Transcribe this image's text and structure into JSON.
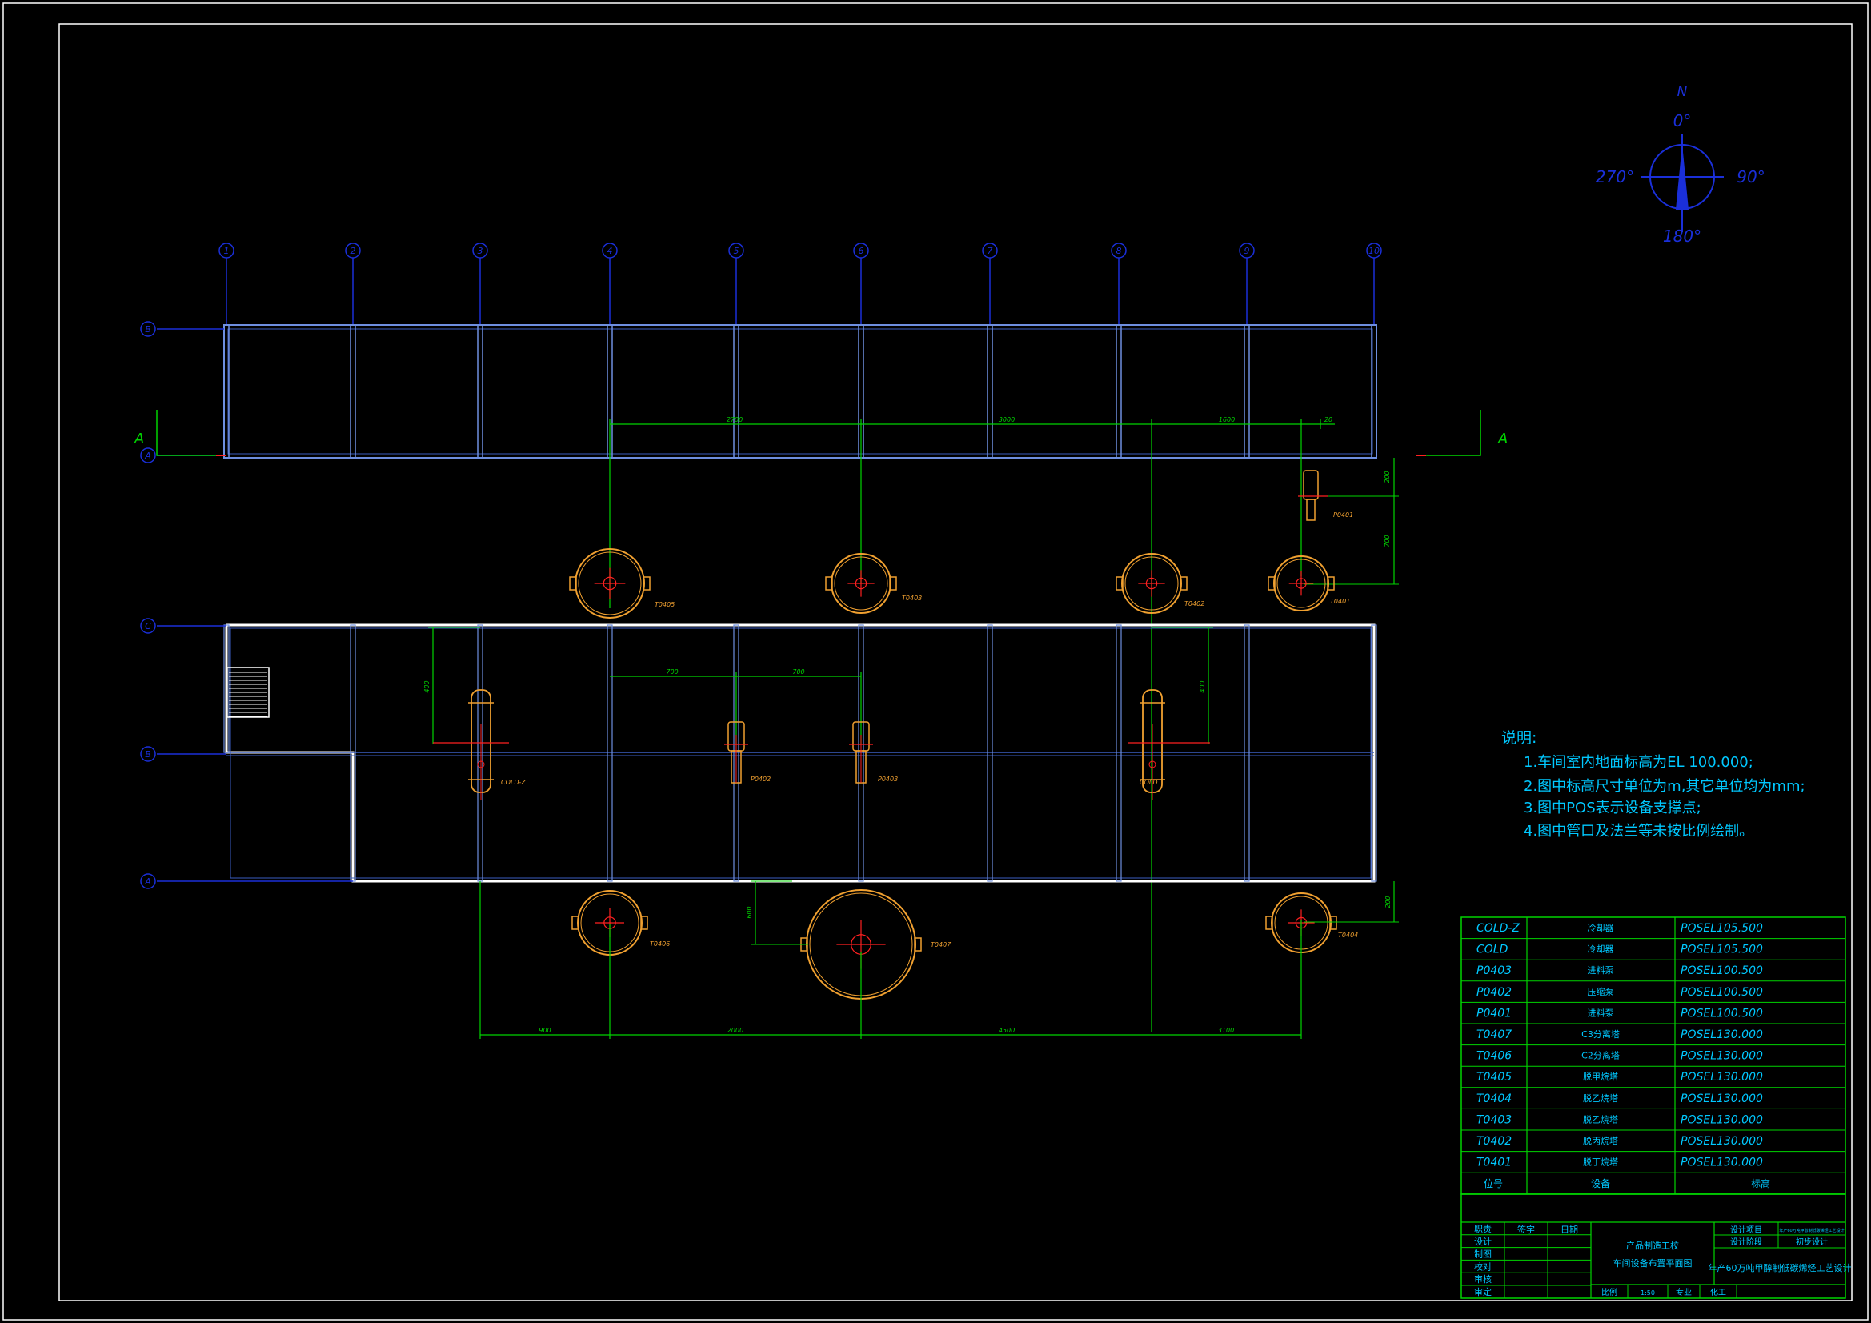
{
  "colors": {
    "background": "#000000",
    "border": "#ffffff",
    "grid": "#3a5dbf",
    "axis_bubble": "#1a2fd9",
    "dimension": "#00d400",
    "equipment": "#f0a030",
    "equipment_center": "#ff2020",
    "notes": "#00c8ff",
    "table_text": "#00c8ff",
    "table_lines": "#00d400",
    "compass": "#1a2fd9"
  },
  "compass": {
    "n": "N",
    "deg0": "0°",
    "deg90": "90°",
    "deg180": "180°",
    "deg270": "270°"
  },
  "column_axes": [
    "1",
    "2",
    "3",
    "4",
    "5",
    "6",
    "7",
    "8",
    "9",
    "10"
  ],
  "upper_row_axes": [
    "B",
    "A"
  ],
  "lower_row_axes": [
    "C",
    "B",
    "A"
  ],
  "section_mark": "A",
  "top_dims": [
    "2700",
    "3000",
    "1600",
    "20"
  ],
  "inner_dims": [
    "700",
    "700"
  ],
  "right_dims": [
    "200",
    "700"
  ],
  "bottom_dims": [
    "900",
    "2000",
    "4500",
    "3100"
  ],
  "side_dims": {
    "left": "400",
    "right": "400",
    "bottom_left": "600",
    "bottom_right": "200"
  },
  "tags": {
    "T0405": "T0405",
    "T0403": "T0403",
    "T0402": "T0402",
    "T0401": "T0401",
    "T0406": "T0406",
    "T0407": "T0407",
    "T0404": "T0404",
    "P0401": "P0401",
    "P0402": "P0402",
    "P0403": "P0403",
    "COLD-Z": "COLD-Z",
    "COLD": "COLD"
  },
  "notes": {
    "title": "说明:",
    "items": [
      "1.车间室内地面标高为EL 100.000;",
      "2.图中标高尺寸单位为m,其它单位均为mm;",
      "3.图中POS表示设备支撑点;",
      "4.图中管口及法兰等未按比例绘制。"
    ]
  },
  "equipment_table": {
    "rows": [
      {
        "tag": "COLD-Z",
        "name": "冷却器",
        "pos": "POSEL105.500"
      },
      {
        "tag": "COLD",
        "name": "冷却器",
        "pos": "POSEL105.500"
      },
      {
        "tag": "P0403",
        "name": "进料泵",
        "pos": "POSEL100.500"
      },
      {
        "tag": "P0402",
        "name": "压缩泵",
        "pos": "POSEL100.500"
      },
      {
        "tag": "P0401",
        "name": "进料泵",
        "pos": "POSEL100.500"
      },
      {
        "tag": "T0407",
        "name": "C3分离塔",
        "pos": "POSEL130.000"
      },
      {
        "tag": "T0406",
        "name": "C2分离塔",
        "pos": "POSEL130.000"
      },
      {
        "tag": "T0405",
        "name": "脱甲烷塔",
        "pos": "POSEL130.000"
      },
      {
        "tag": "T0404",
        "name": "脱乙烷塔",
        "pos": "POSEL130.000"
      },
      {
        "tag": "T0403",
        "name": "脱乙烷塔",
        "pos": "POSEL130.000"
      },
      {
        "tag": "T0402",
        "name": "脱丙烷塔",
        "pos": "POSEL130.000"
      },
      {
        "tag": "T0401",
        "name": "脱丁烷塔",
        "pos": "POSEL130.000"
      }
    ],
    "header": {
      "tag": "位号",
      "name": "设备",
      "pos": "标高"
    }
  },
  "title_block": {
    "roles": [
      "职责",
      "设计",
      "制图",
      "校对",
      "审核",
      "审定"
    ],
    "col_sign": "签字",
    "col_date": "日期",
    "school": "产品制造工校",
    "drawing_title": "车间设备布置平面图",
    "project_label": "设计项目",
    "project_value": "年产60万吨甲醇制低碳烯烃工艺设计",
    "stage_label": "设计阶段",
    "stage_value": "初步设计",
    "design_title": "年产60万吨甲醇制低碳烯烃工艺设计",
    "scale_label": "比例",
    "scale_value": "1:50",
    "major_label": "专业",
    "major_value": "化工"
  }
}
